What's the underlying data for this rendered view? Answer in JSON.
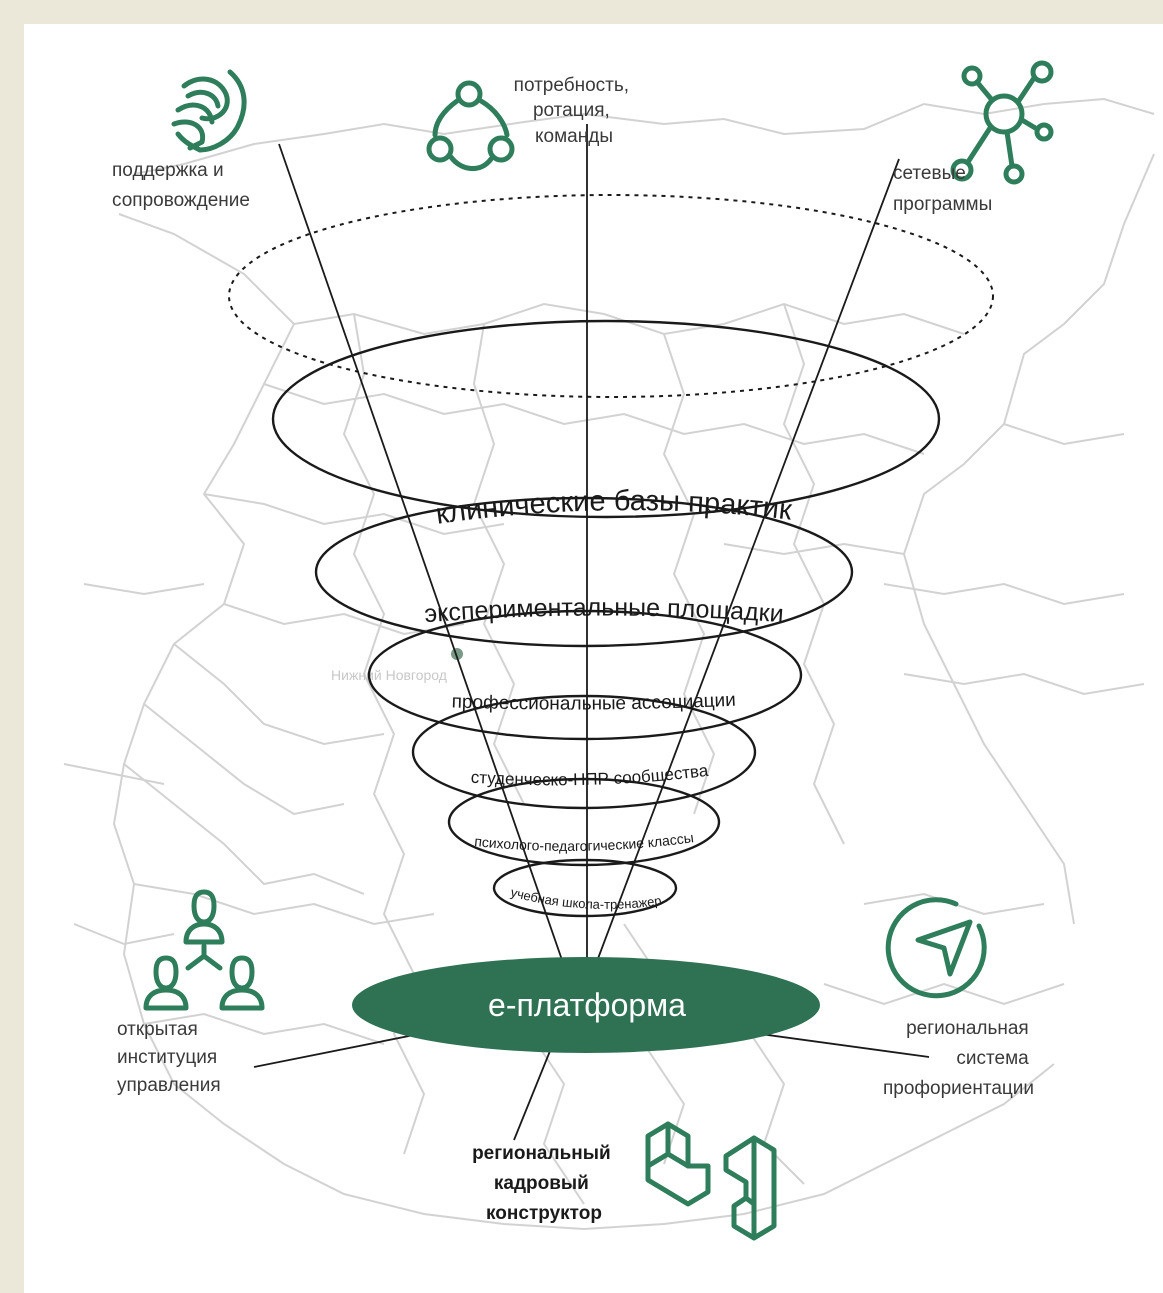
{
  "colors": {
    "background": "#ebe8d9",
    "panel": "#ffffff",
    "accent_green": "#2e7253",
    "text": "#3a3a3a",
    "map_lines": "#d2d2d2"
  },
  "top_labels": {
    "support": [
      "поддержка и",
      "сопровождение"
    ],
    "demand": [
      "потребность,",
      "ротация,",
      "команды"
    ],
    "network": [
      "сетевые",
      "программы"
    ]
  },
  "rings": [
    "клинические базы практик",
    "экспериментальные площадки",
    "профессиональные  ассоциации",
    "студенческо-НПР сообщества",
    "психолого-педагогические классы",
    "учебная школа-тренажер"
  ],
  "map_city_label": "Нижний Новгород",
  "platform_label": "е-платформа",
  "bottom_labels": {
    "governance": [
      "открытая",
      "институция",
      "управления"
    ],
    "career": [
      "региональная",
      "система",
      "профориентации"
    ],
    "constructor": [
      "региональный",
      "кадровый",
      "конструктор"
    ]
  },
  "icons": {
    "support": "hand-holding-icon",
    "demand": "cycle-icon",
    "network": "network-nodes-icon",
    "governance": "org-people-icon",
    "career": "navigation-arrow-icon",
    "constructor": "building-blocks-icon"
  }
}
